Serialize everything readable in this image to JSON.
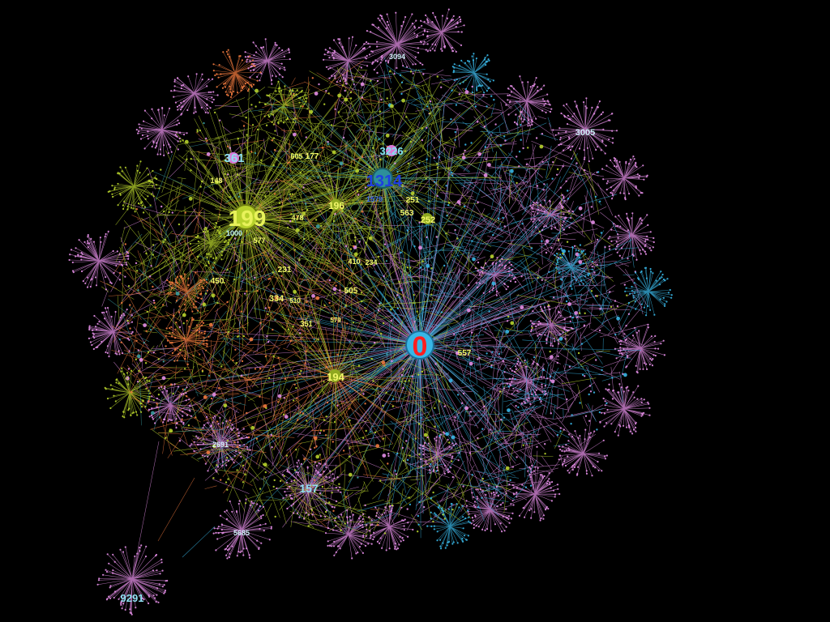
{
  "graph": {
    "background": "#000000",
    "colors": {
      "violet": "#e38ee6",
      "green": "#b7d12c",
      "orange": "#f07a3e",
      "blue": "#38b6e6",
      "dark_blue": "#2d64c8",
      "teal": "#3a9ca0"
    },
    "nodes": [
      {
        "id": "0",
        "label": "0"
      },
      {
        "id": "199",
        "label": "199"
      },
      {
        "id": "1314",
        "label": "1314"
      },
      {
        "id": "3226",
        "label": "3226"
      },
      {
        "id": "361",
        "label": "361"
      },
      {
        "id": "194",
        "label": "194"
      },
      {
        "id": "196",
        "label": "196"
      },
      {
        "id": "252",
        "label": "252"
      },
      {
        "id": "563",
        "label": "563"
      },
      {
        "id": "251",
        "label": "251"
      },
      {
        "id": "450",
        "label": "450"
      },
      {
        "id": "334",
        "label": "334"
      },
      {
        "id": "505",
        "label": "505"
      },
      {
        "id": "231",
        "label": "231"
      },
      {
        "id": "410",
        "label": "410"
      },
      {
        "id": "234",
        "label": "234"
      },
      {
        "id": "351",
        "label": "351"
      },
      {
        "id": "577",
        "label": "577"
      },
      {
        "id": "557",
        "label": "557"
      },
      {
        "id": "478",
        "label": "478"
      },
      {
        "id": "605",
        "label": "605"
      },
      {
        "id": "177",
        "label": "177"
      },
      {
        "id": "148",
        "label": "148"
      },
      {
        "id": "1000",
        "label": "1000"
      },
      {
        "id": "157",
        "label": "157"
      },
      {
        "id": "9291",
        "label": "9291"
      },
      {
        "id": "3005",
        "label": "3005"
      },
      {
        "id": "1579",
        "label": "1579"
      },
      {
        "id": "579",
        "label": "579"
      },
      {
        "id": "510",
        "label": "510"
      },
      {
        "id": "2691",
        "label": "2691"
      },
      {
        "id": "5685",
        "label": "5685"
      },
      {
        "id": "3094",
        "label": "3094"
      }
    ]
  }
}
